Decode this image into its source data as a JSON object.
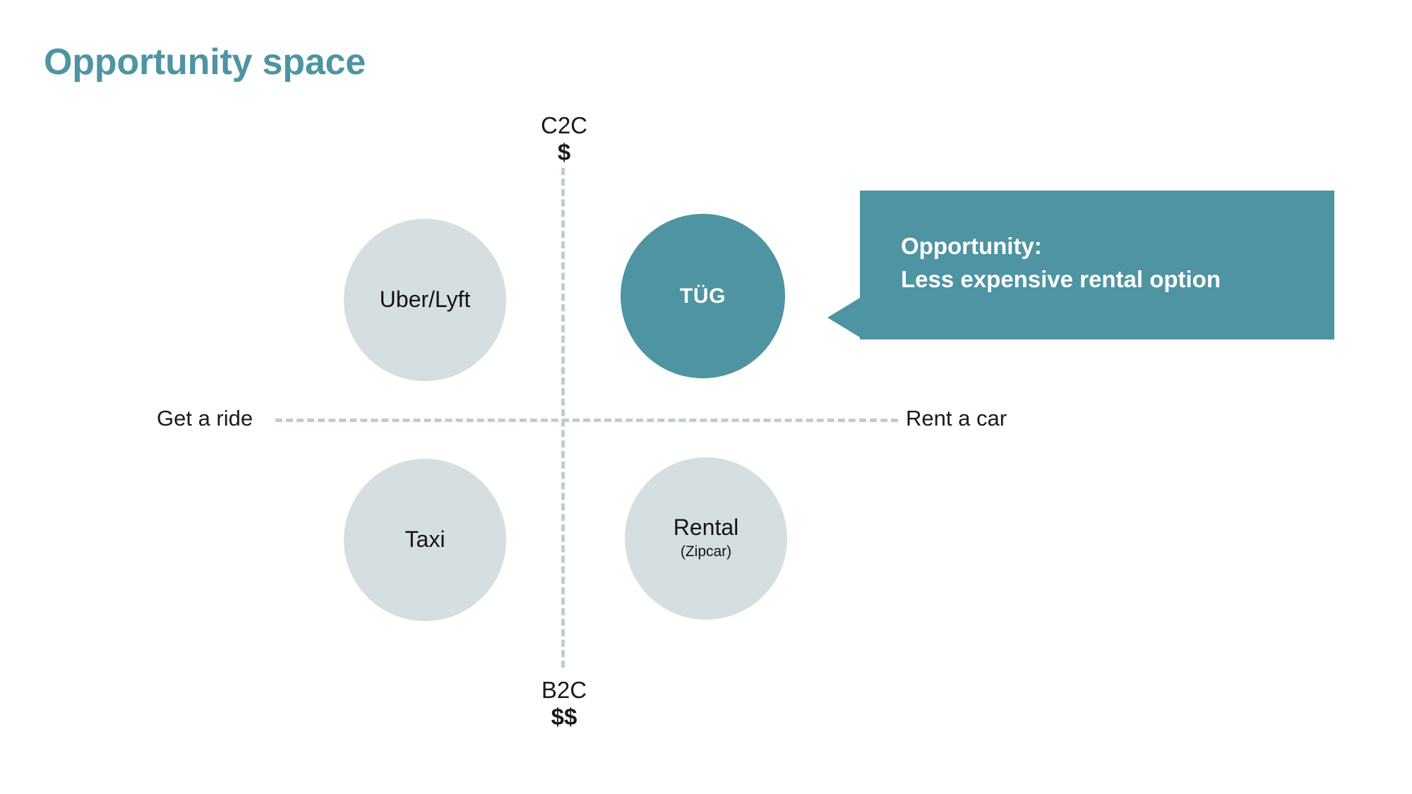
{
  "slide": {
    "title": "Opportunity space",
    "accent_color": "#4E94A3",
    "neutral_color": "#D5DEE0",
    "axis_color": "#BFCDD2",
    "background_color": "#FFFFFF"
  },
  "matrix": {
    "axis_vertical": {
      "top": {
        "name": "C2C",
        "price": "$"
      },
      "bottom": {
        "name": "B2C",
        "price": "$$"
      }
    },
    "axis_horizontal": {
      "left": "Get a ride",
      "right": "Rent a car"
    },
    "bubbles": [
      {
        "id": "uber-lyft",
        "primary": "Uber/Lyft",
        "secondary": "",
        "quadrant": "top-left",
        "highlighted": false
      },
      {
        "id": "tug",
        "primary": "TÜG",
        "secondary": "",
        "quadrant": "top-right",
        "highlighted": true
      },
      {
        "id": "taxi",
        "primary": "Taxi",
        "secondary": "",
        "quadrant": "bottom-left",
        "highlighted": false
      },
      {
        "id": "rental",
        "primary": "Rental",
        "secondary": "(Zipcar)",
        "quadrant": "bottom-right",
        "highlighted": false
      }
    ]
  },
  "callout": {
    "line1": "Opportunity:",
    "line2": "Less expensive rental option",
    "points_to": "tug"
  },
  "chart_data": {
    "type": "scatter",
    "title": "Opportunity space",
    "xlabel": "",
    "ylabel": "",
    "x_axis_labels": [
      "Get a ride",
      "Rent a car"
    ],
    "y_axis_labels": [
      "C2C $",
      "B2C $$"
    ],
    "grid": false,
    "legend": "none",
    "points": [
      {
        "label": "Uber/Lyft",
        "x": "Get a ride",
        "y": "C2C $",
        "highlighted": false
      },
      {
        "label": "TÜG",
        "x": "Rent a car",
        "y": "C2C $",
        "highlighted": true
      },
      {
        "label": "Taxi",
        "x": "Get a ride",
        "y": "B2C $$",
        "highlighted": false
      },
      {
        "label": "Rental (Zipcar)",
        "x": "Rent a car",
        "y": "B2C $$",
        "highlighted": false
      }
    ],
    "annotations": [
      {
        "text": "Opportunity: Less expensive rental option",
        "target": "TÜG"
      }
    ]
  }
}
